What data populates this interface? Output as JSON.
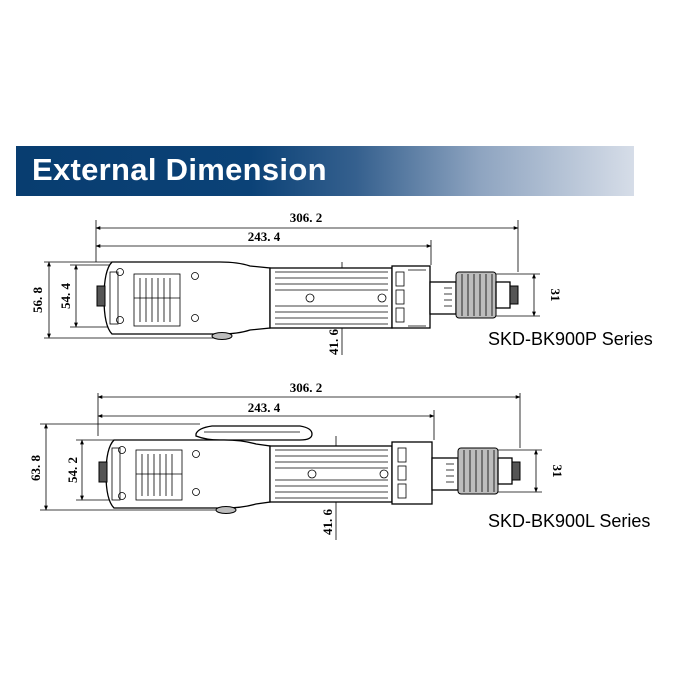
{
  "title": "External Dimension",
  "colors": {
    "banner_start": "#083d70",
    "banner_end": "#d6dde8",
    "title_text": "#ffffff"
  },
  "models": [
    {
      "series_label": "SKD-BK900P Series",
      "dims": {
        "overall_length": "306. 2",
        "body_length": "243. 4",
        "height": "56. 8",
        "body_height": "54. 4",
        "connector_dia": "31",
        "center": "41. 6"
      }
    },
    {
      "series_label": "SKD-BK900L Series",
      "dims": {
        "overall_length": "306. 2",
        "body_length": "243. 4",
        "height": "63. 8",
        "body_height": "54. 2",
        "connector_dia": "31",
        "center": "41. 6"
      }
    }
  ]
}
